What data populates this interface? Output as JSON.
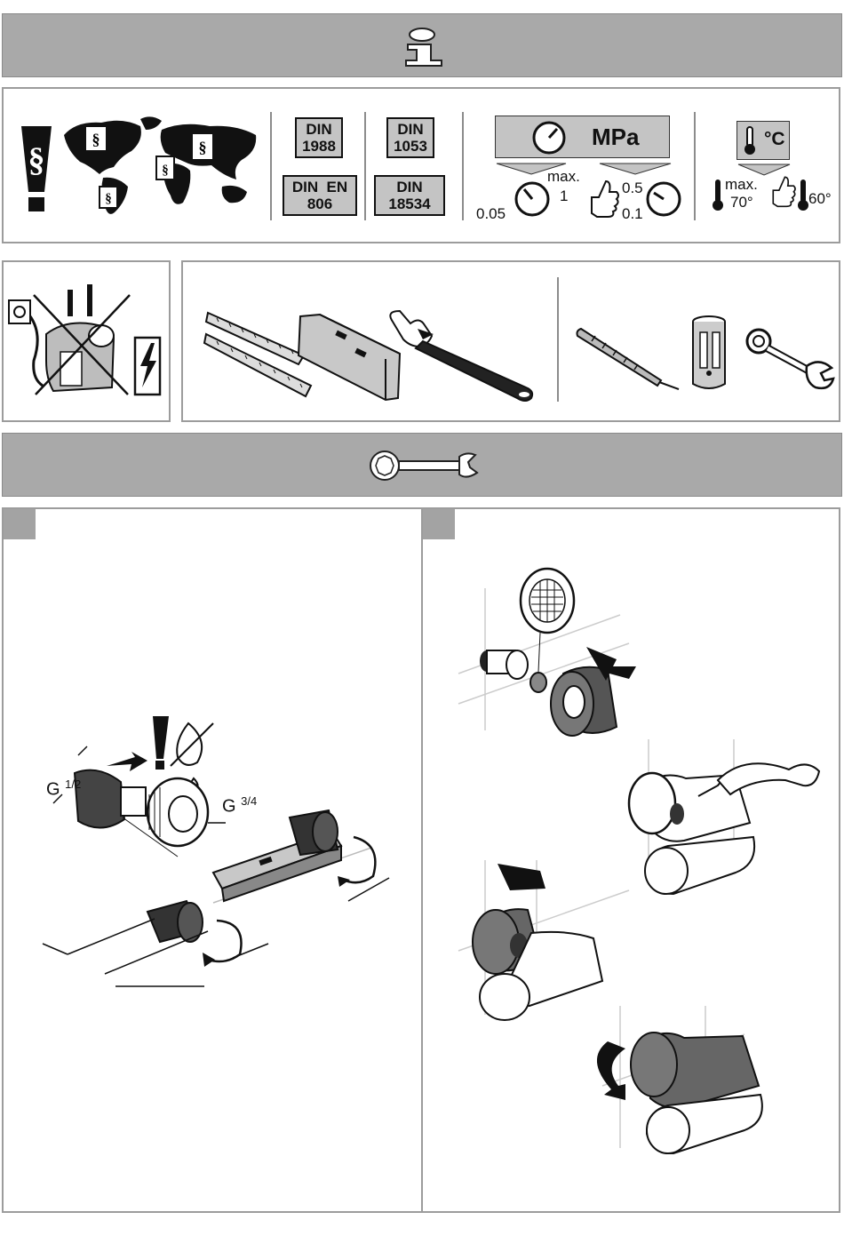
{
  "header_info": {
    "icon": "info-i-icon"
  },
  "standards": {
    "icons": [
      "paragraph-warning-icon",
      "world-map-icon"
    ],
    "din": [
      {
        "line1": "DIN",
        "line2": "1988"
      },
      {
        "line1": "DIN",
        "line2": "1053"
      },
      {
        "line1": "DIN  EN",
        "line2": "806"
      },
      {
        "line1": "DIN",
        "line2": "18534"
      }
    ],
    "pressure": {
      "unit": "MPa",
      "min": "0.05",
      "max_label": "max.",
      "max_value": "1",
      "rec_high": "0.5",
      "rec_low": "0.1"
    },
    "temperature": {
      "unit": "°C",
      "max_label": "max.",
      "max_value": "70°",
      "rec_value": "60°"
    }
  },
  "tools": {
    "warning_icons": [
      "mains-disconnect-icon",
      "lightning-warning-icon"
    ],
    "group1": [
      "folding-ruler-icon",
      "spirit-level-icon",
      "adjustable-wrench-icon"
    ],
    "group2": [
      "pipe-thermometer-icon",
      "socket-tool-icon",
      "ring-spanner-icon"
    ]
  },
  "header_install": {
    "icon": "spanner-icon"
  },
  "step1": {
    "thread_small": "G",
    "thread_small_frac": "1/2",
    "thread_large": "G",
    "thread_large_frac": "3/4"
  },
  "step2": {}
}
